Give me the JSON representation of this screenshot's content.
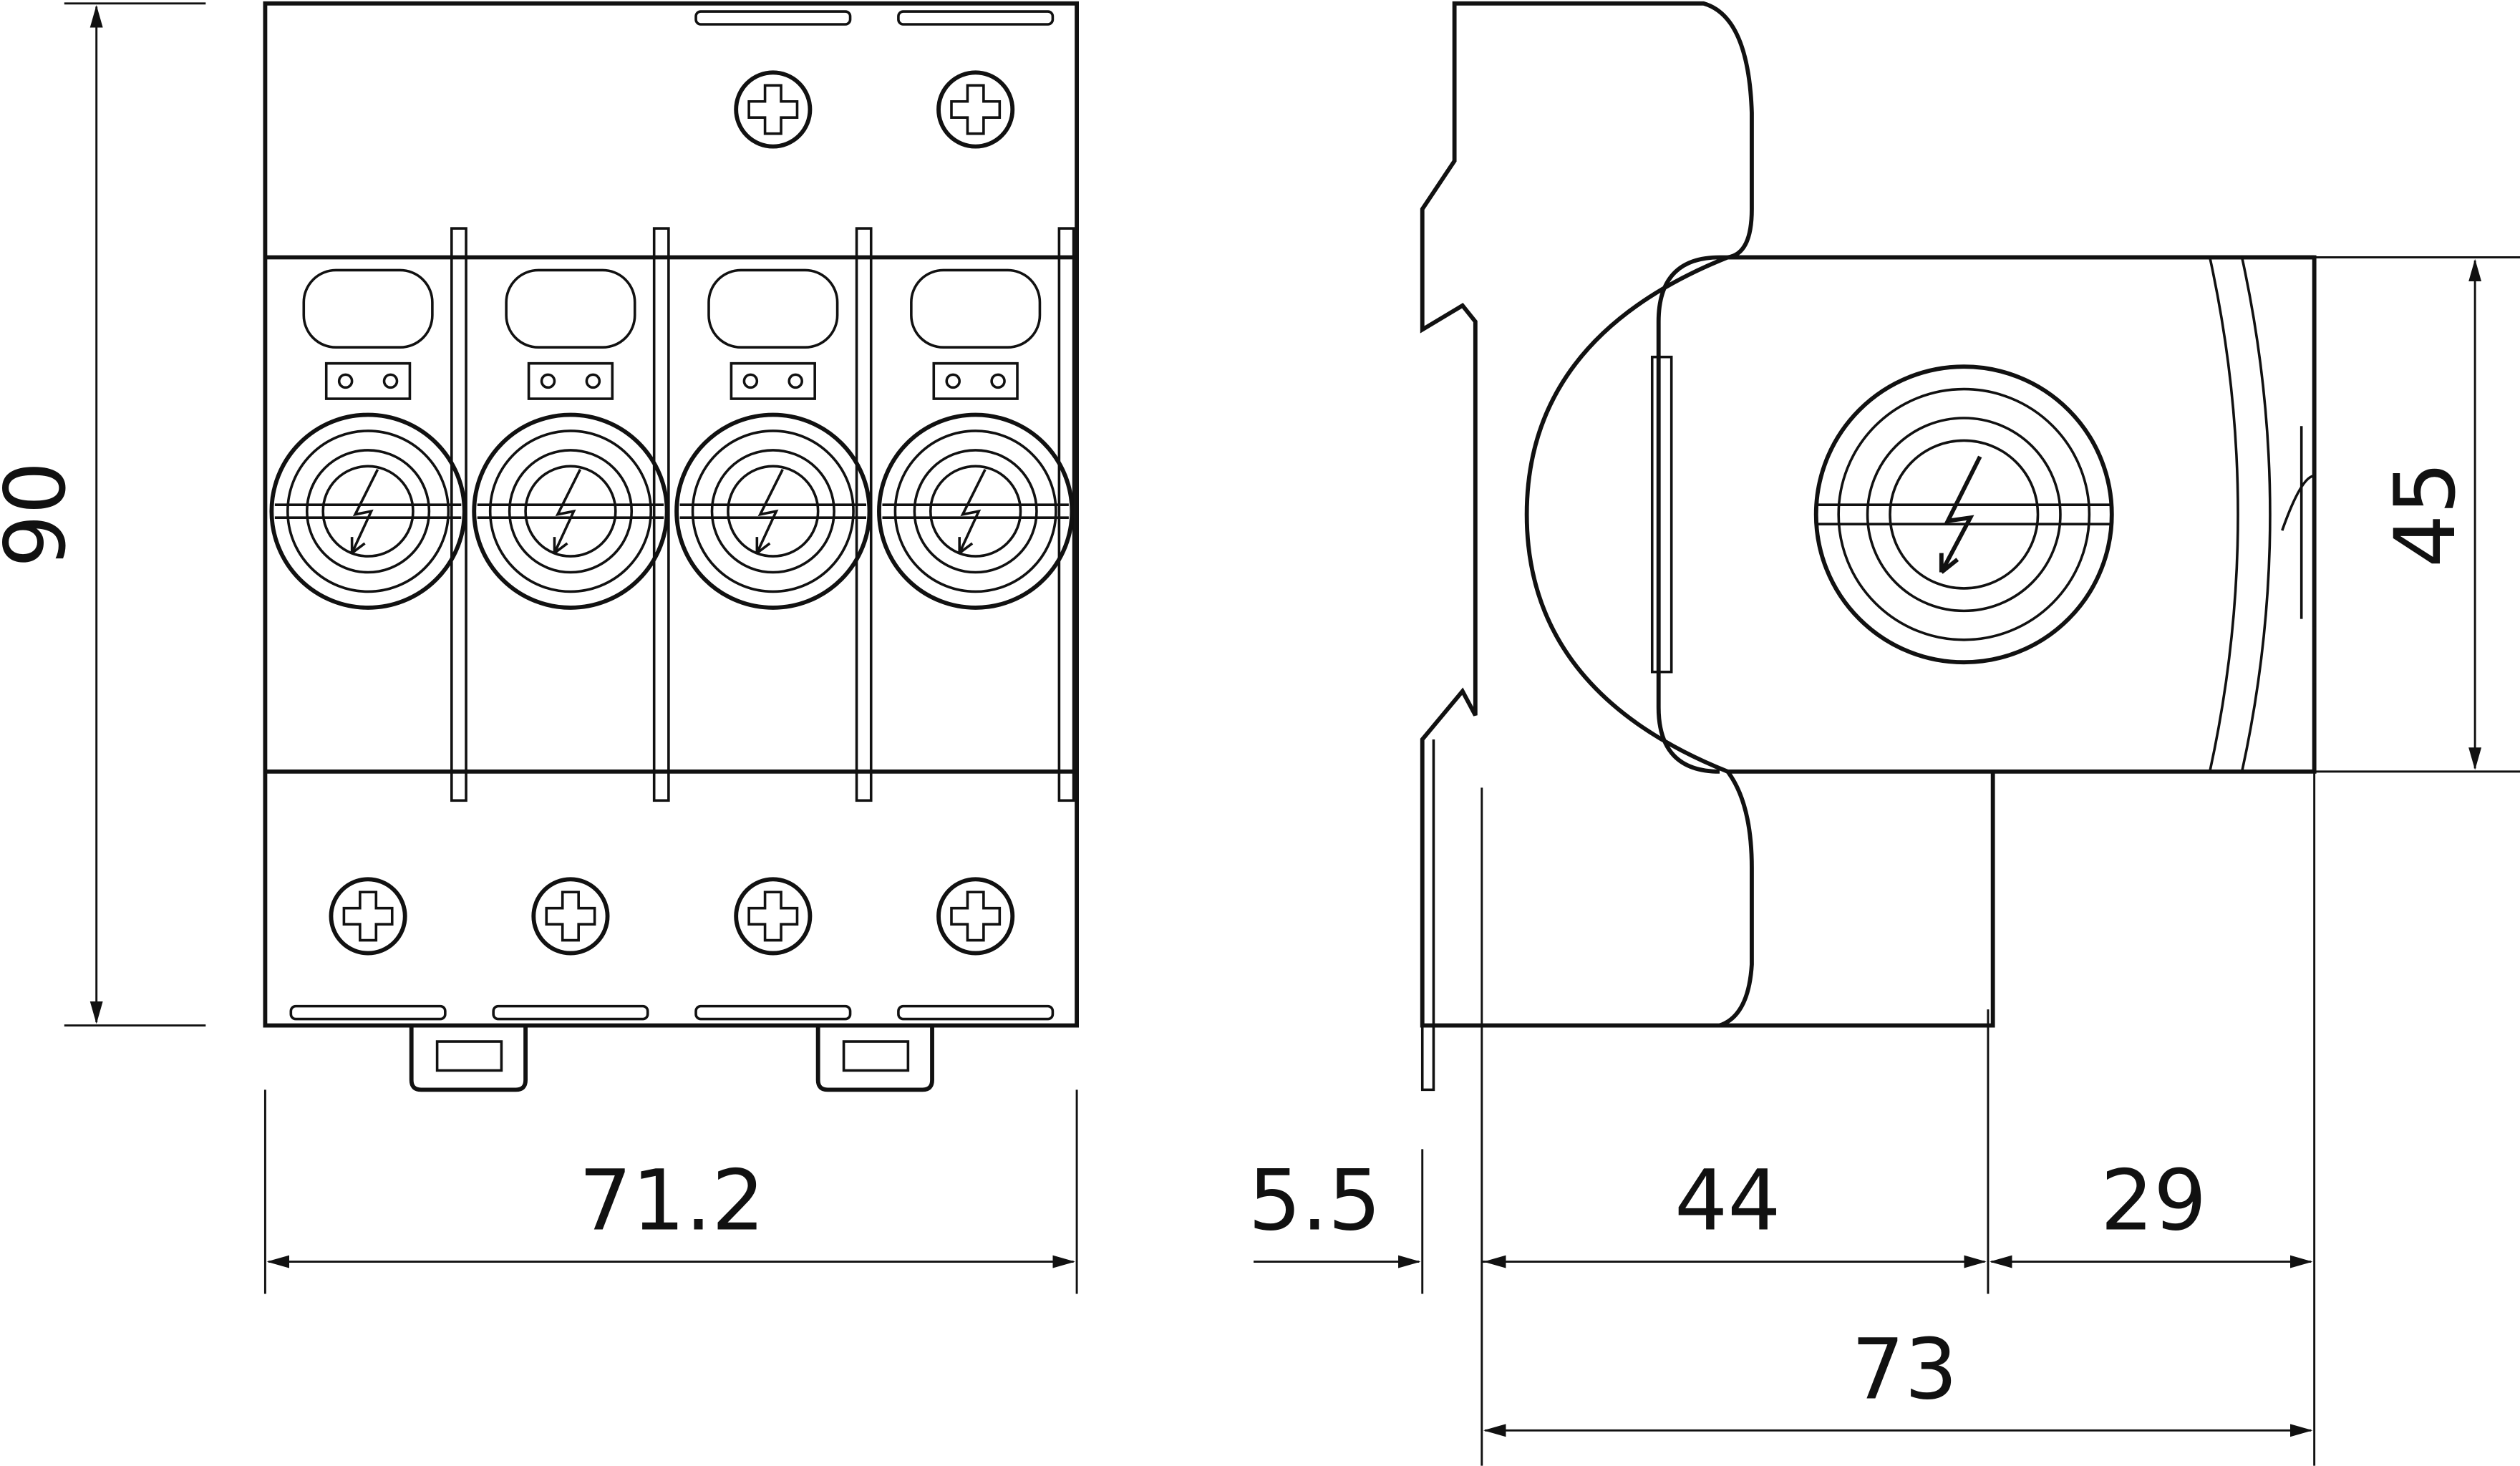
{
  "drawing": {
    "front_view": {
      "dimensions": {
        "height": "90",
        "width": "71.2"
      },
      "module_count": 4
    },
    "side_view": {
      "dimensions": {
        "rail_offset": "5.5",
        "body_depth": "44",
        "module_depth": "29",
        "total_depth": "73",
        "module_height": "45"
      }
    }
  },
  "colors": {
    "line": "#111111",
    "background": "#ffffff"
  }
}
